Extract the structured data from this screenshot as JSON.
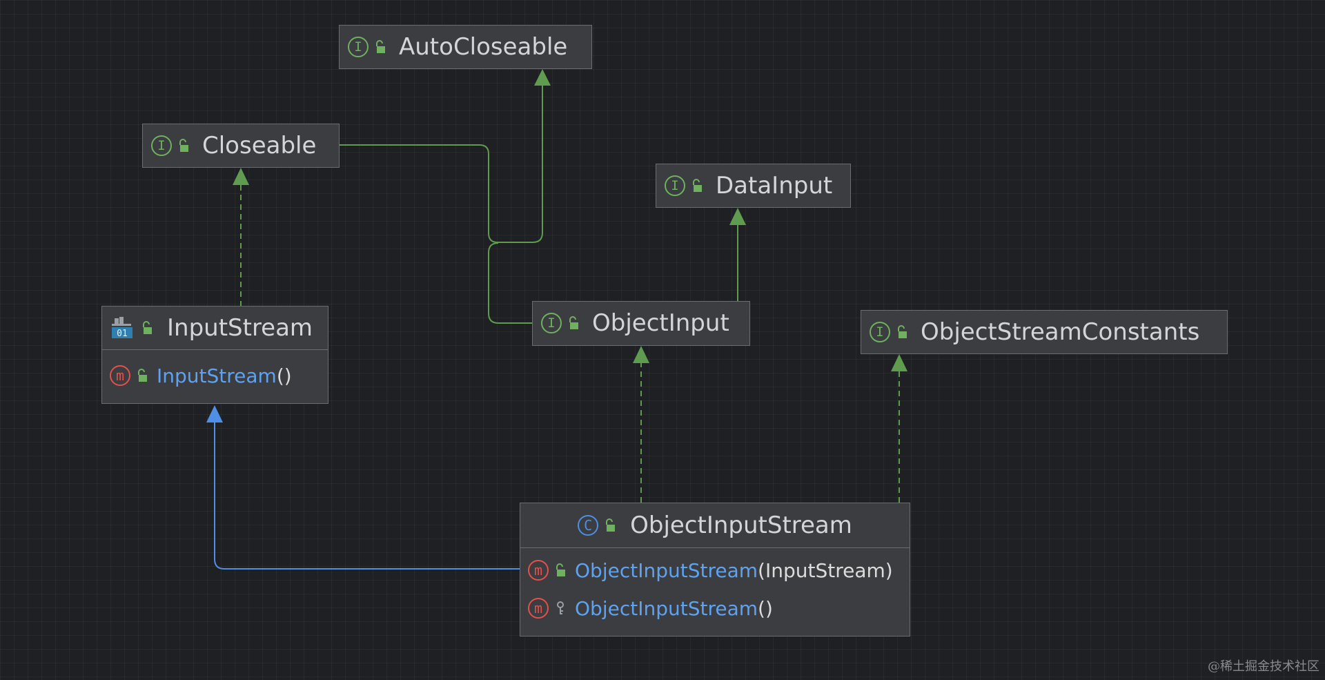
{
  "diagram": {
    "nodes": {
      "autocloseable": {
        "name": "AutoCloseable",
        "kind_icon": "interface-icon",
        "kind_glyph": "I"
      },
      "closeable": {
        "name": "Closeable",
        "kind_icon": "interface-icon",
        "kind_glyph": "I"
      },
      "datainput": {
        "name": "DataInput",
        "kind_icon": "interface-icon",
        "kind_glyph": "I"
      },
      "inputstream": {
        "name": "InputStream",
        "kind_icon": "abstract-class-icon",
        "abstract_glyph": "01",
        "members": [
          {
            "name": "InputStream",
            "params": "()",
            "member_glyph": "m",
            "visibility": "public"
          }
        ]
      },
      "objectinput": {
        "name": "ObjectInput",
        "kind_icon": "interface-icon",
        "kind_glyph": "I"
      },
      "objectstreamconstants": {
        "name": "ObjectStreamConstants",
        "kind_icon": "interface-icon",
        "kind_glyph": "I"
      },
      "objectinputstream": {
        "name": "ObjectInputStream",
        "kind_icon": "class-icon",
        "kind_glyph": "C",
        "members": [
          {
            "name": "ObjectInputStream",
            "params": "(InputStream)",
            "member_glyph": "m",
            "visibility": "public"
          },
          {
            "name": "ObjectInputStream",
            "params": "()",
            "member_glyph": "m",
            "visibility": "protected"
          }
        ]
      }
    },
    "edges": [
      {
        "from": "Closeable",
        "to": "AutoCloseable",
        "type": "extends"
      },
      {
        "from": "ObjectInput",
        "to": "AutoCloseable",
        "type": "extends"
      },
      {
        "from": "ObjectInput",
        "to": "DataInput",
        "type": "extends"
      },
      {
        "from": "InputStream",
        "to": "Closeable",
        "type": "implements"
      },
      {
        "from": "ObjectInputStream",
        "to": "ObjectInput",
        "type": "implements"
      },
      {
        "from": "ObjectInputStream",
        "to": "ObjectStreamConstants",
        "type": "implements"
      },
      {
        "from": "ObjectInputStream",
        "to": "InputStream",
        "type": "extends-class"
      }
    ]
  },
  "colors": {
    "background": "#1f2023",
    "interface_edge": "#5f9c4f",
    "class_edge": "#4f8fe6",
    "interface_badge": "#6fb15f",
    "method_badge": "#e5504c",
    "class_badge": "#4d8fe6",
    "member_name": "#5ea2f0"
  },
  "watermark": "@稀土掘金技术社区"
}
